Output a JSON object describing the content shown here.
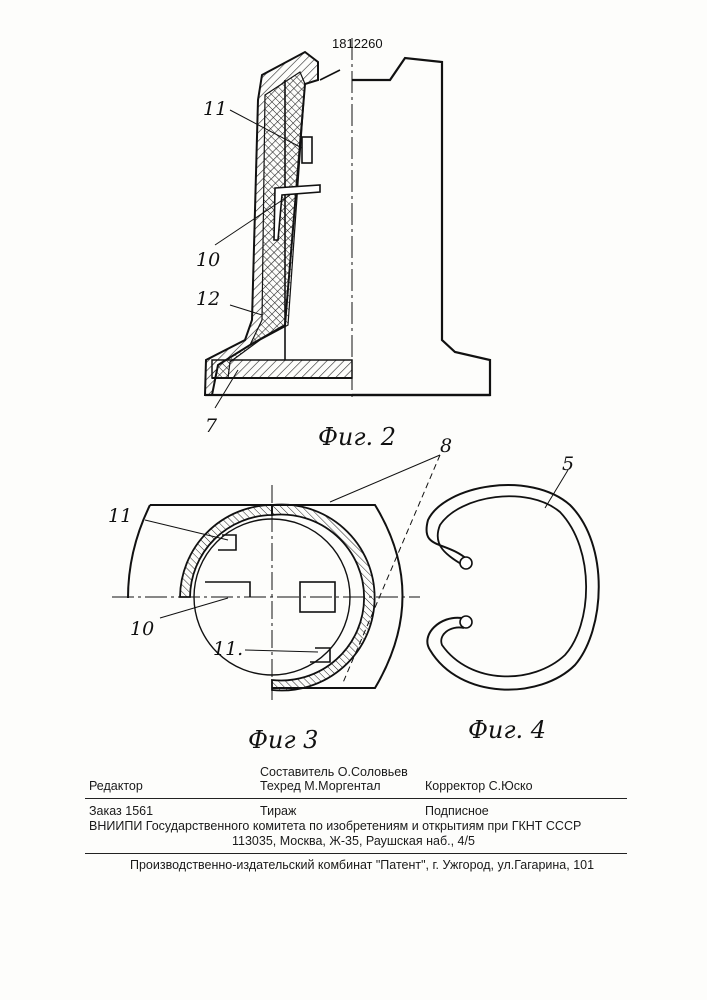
{
  "patent_number": "1812260",
  "figures": {
    "fig2": {
      "caption": "Фиг. 2",
      "labels": [
        "11",
        "10",
        "12",
        "7"
      ]
    },
    "fig3": {
      "caption": "Фиг 3",
      "labels": [
        "11",
        "10",
        "11.",
        "8"
      ]
    },
    "fig4": {
      "caption": "Фиг. 4",
      "labels": [
        "5"
      ]
    }
  },
  "colophon": {
    "editor_label": "Редактор",
    "compiler": "Составитель О.Соловьев",
    "techred": "Техред М.Моргентал",
    "corrector": "Корректор С.Юско",
    "order": "Заказ  1561",
    "circulation": "Тираж",
    "subscription": "Подписное",
    "org_line": "ВНИИПИ Государственного комитета по изобретениям и открытиям при ГКНТ СССР",
    "address": "113035, Москва, Ж-35, Раушская наб., 4/5",
    "publisher": "Производственно-издательский комбинат \"Патент\", г. Ужгород, ул.Гагарина, 101"
  }
}
